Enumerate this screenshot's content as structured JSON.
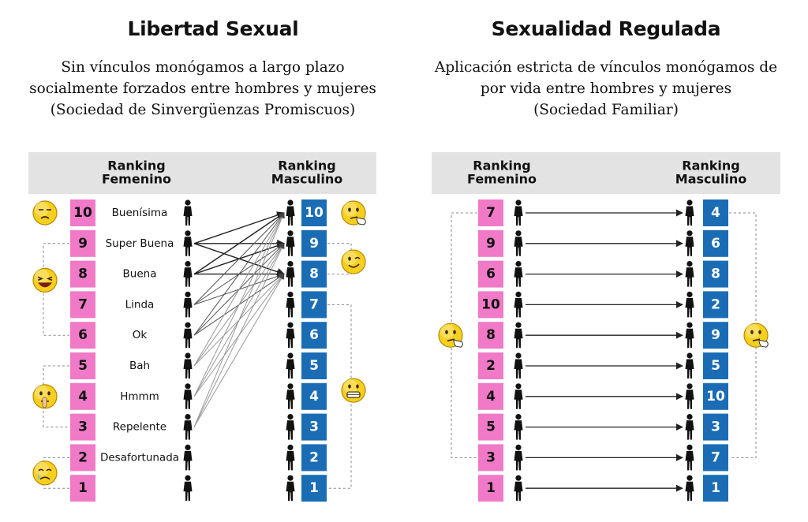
{
  "colors": {
    "pink": "#f07ac7",
    "blue": "#1a6db5",
    "header_bg": "#e3e3e3",
    "arrow": "#222222",
    "figure": "#111111"
  },
  "left": {
    "title": "Libertad Sexual",
    "subtitle": [
      "Sin vínculos monógamos a largo plazo",
      "socialmente forzados entre hombres y mujeres",
      "(Sociedad de Sinvergüenzas Promiscuos)"
    ],
    "header_female": [
      "Ranking",
      "Femenino"
    ],
    "header_male": [
      "Ranking",
      "Masculino"
    ],
    "female_ranks": [
      10,
      9,
      8,
      7,
      6,
      5,
      4,
      3,
      2,
      1
    ],
    "female_labels": [
      "Buenísima",
      "Super Buena",
      "Buena",
      "Linda",
      "Ok",
      "Bah",
      "Hmmm",
      "Repelente",
      "Desafortunada",
      ""
    ],
    "male_ranks": [
      10,
      9,
      8,
      7,
      6,
      5,
      4,
      3,
      2,
      1
    ],
    "links": [
      {
        "from_female": 9,
        "to_male": [
          10,
          9,
          8
        ]
      },
      {
        "from_female": 8,
        "to_male": [
          10,
          9,
          8
        ]
      },
      {
        "from_female": 7,
        "to_male": [
          10,
          9,
          8
        ]
      },
      {
        "from_female": 6,
        "to_male": [
          10,
          9,
          8
        ]
      },
      {
        "from_female": 5,
        "to_male": [
          10,
          9,
          8
        ]
      },
      {
        "from_female": 4,
        "to_male": [
          10,
          9,
          8
        ]
      },
      {
        "from_female": 3,
        "to_male": [
          10,
          9,
          8
        ]
      }
    ],
    "emojis": [
      {
        "icon": "annoyed-face-icon",
        "side": "female",
        "row": 0
      },
      {
        "icon": "laughing-face-icon",
        "side": "female",
        "row": 2.2
      },
      {
        "icon": "shushing-face-icon",
        "side": "female",
        "row": 6
      },
      {
        "icon": "crying-face-icon",
        "side": "female",
        "row": 8.5
      },
      {
        "icon": "thinking-face-icon",
        "side": "male",
        "row": 0
      },
      {
        "icon": "winking-face-icon",
        "side": "male",
        "row": 1.6
      },
      {
        "icon": "grimacing-face-icon",
        "side": "male",
        "row": 5.8
      }
    ]
  },
  "right": {
    "title": "Sexualidad Regulada",
    "subtitle": [
      "Aplicación estricta de vínculos monógamos de",
      "por vida entre hombres y mujeres",
      "(Sociedad Familiar)"
    ],
    "header_female": [
      "Ranking",
      "Femenino"
    ],
    "header_male": [
      "Ranking",
      "Masculino"
    ],
    "female_ranks": [
      7,
      9,
      6,
      10,
      8,
      2,
      4,
      5,
      3,
      1
    ],
    "male_ranks": [
      4,
      6,
      8,
      2,
      9,
      5,
      10,
      3,
      7,
      1
    ],
    "emojis": [
      {
        "icon": "thinking-face-icon",
        "side": "female",
        "row": 4
      },
      {
        "icon": "thinking-face-icon",
        "side": "male",
        "row": 4
      }
    ]
  }
}
